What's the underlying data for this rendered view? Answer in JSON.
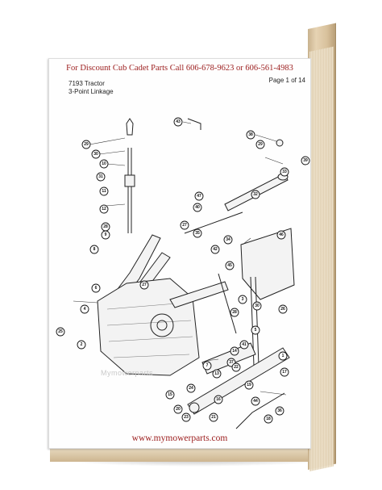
{
  "banner": "For Discount Cub Cadet Parts Call 606-678-9623 or 606-561-4983",
  "model": "7193 Tractor",
  "section": "3-Point Linkage",
  "page_label": "Page 1 of 14",
  "footer_url": "www.mymowerparts.com",
  "watermark": "Mymowerparts",
  "callouts": [
    "43",
    "29",
    "30",
    "10",
    "31",
    "38",
    "29",
    "33",
    "39",
    "11",
    "47",
    "27",
    "32",
    "12",
    "28",
    "40",
    "35",
    "42",
    "34",
    "46",
    "9",
    "45",
    "8",
    "27",
    "6",
    "3",
    "30",
    "4",
    "25",
    "2",
    "26",
    "28",
    "5",
    "7",
    "13",
    "41",
    "14",
    "37",
    "1",
    "22",
    "17",
    "24",
    "15",
    "20",
    "19",
    "44",
    "23",
    "21",
    "16",
    "36",
    "18"
  ]
}
